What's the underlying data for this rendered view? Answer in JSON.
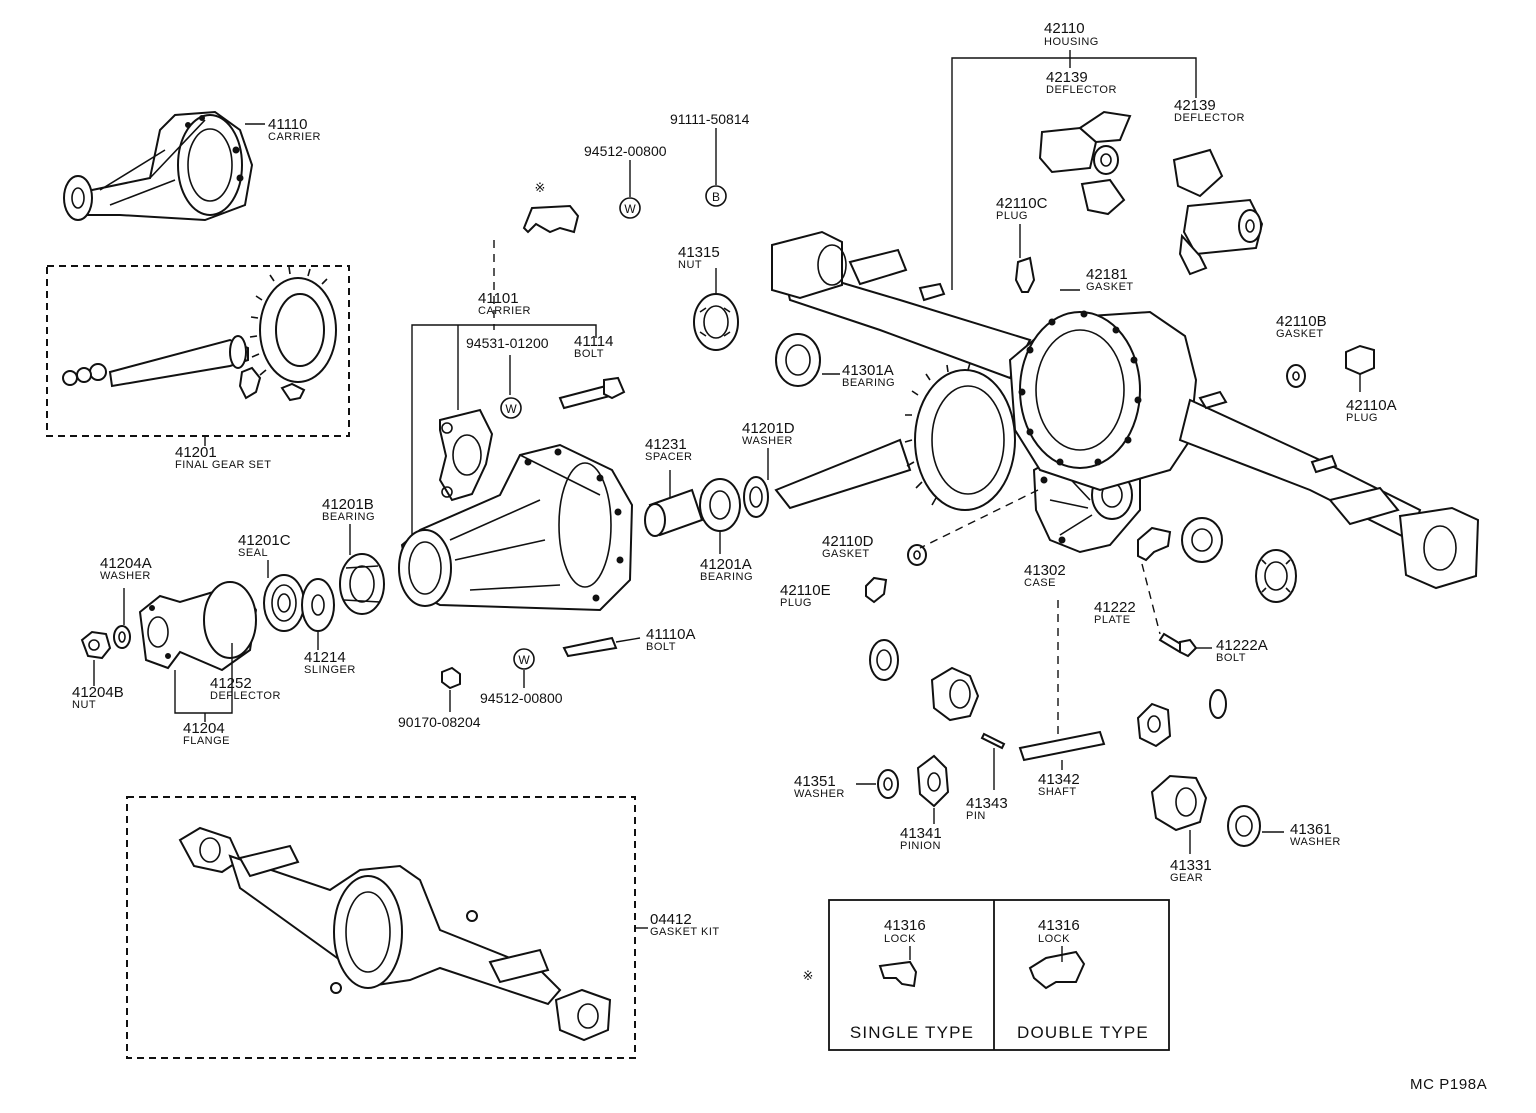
{
  "labels": {
    "l41110": {
      "num": "41110",
      "name": "CARRIER"
    },
    "l41201": {
      "num": "41201",
      "name": "FINAL GEAR SET"
    },
    "l9451200800_top": {
      "num": "94512-00800"
    },
    "l9111150814": {
      "num": "91111-50814"
    },
    "l41101": {
      "num": "41101",
      "name": "CARRIER"
    },
    "l9453101200": {
      "num": "94531-01200"
    },
    "l41114": {
      "num": "41114",
      "name": "BOLT"
    },
    "l41315": {
      "num": "41315",
      "name": "NUT"
    },
    "l41301A": {
      "num": "41301A",
      "name": "BEARING"
    },
    "l41231": {
      "num": "41231",
      "name": "SPACER"
    },
    "l41201D": {
      "num": "41201D",
      "name": "WASHER"
    },
    "l41201A": {
      "num": "41201A",
      "name": "BEARING"
    },
    "l41201B": {
      "num": "41201B",
      "name": "BEARING"
    },
    "l41201C": {
      "num": "41201C",
      "name": "SEAL"
    },
    "l41204A": {
      "num": "41204A",
      "name": "WASHER"
    },
    "l41204B": {
      "num": "41204B",
      "name": "NUT"
    },
    "l41252": {
      "num": "41252",
      "name": "DEFLECTOR"
    },
    "l41204": {
      "num": "41204",
      "name": "FLANGE"
    },
    "l41214": {
      "num": "41214",
      "name": "SLINGER"
    },
    "l41110A": {
      "num": "41110A",
      "name": "BOLT"
    },
    "l9451200800_bot": {
      "num": "94512-00800"
    },
    "l9017008204": {
      "num": "90170-08204"
    },
    "l42110": {
      "num": "42110",
      "name": "HOUSING"
    },
    "l42139a": {
      "num": "42139",
      "name": "DEFLECTOR"
    },
    "l42139b": {
      "num": "42139",
      "name": "DEFLECTOR"
    },
    "l42110C": {
      "num": "42110C",
      "name": "PLUG"
    },
    "l42181": {
      "num": "42181",
      "name": "GASKET"
    },
    "l42110B": {
      "num": "42110B",
      "name": "GASKET"
    },
    "l42110A": {
      "num": "42110A",
      "name": "PLUG"
    },
    "l42110D": {
      "num": "42110D",
      "name": "GASKET"
    },
    "l42110E": {
      "num": "42110E",
      "name": "PLUG"
    },
    "l41302": {
      "num": "41302",
      "name": "CASE"
    },
    "l41222": {
      "num": "41222",
      "name": "PLATE"
    },
    "l41222A": {
      "num": "41222A",
      "name": "BOLT"
    },
    "l41351": {
      "num": "41351",
      "name": "WASHER"
    },
    "l41341": {
      "num": "41341",
      "name": "PINION"
    },
    "l41343": {
      "num": "41343",
      "name": "PIN"
    },
    "l41342": {
      "num": "41342",
      "name": "SHAFT"
    },
    "l41331": {
      "num": "41331",
      "name": "GEAR"
    },
    "l41361": {
      "num": "41361",
      "name": "WASHER"
    },
    "l04412": {
      "num": "04412",
      "name": "GASKET KIT"
    },
    "l41316a": {
      "num": "41316",
      "name": "LOCK"
    },
    "l41316b": {
      "num": "41316",
      "name": "LOCK"
    }
  },
  "markers": {
    "w_top": "W",
    "b_top": "B",
    "w_mid": "W",
    "w_bot": "W",
    "asterisk": "※"
  },
  "lock_box": {
    "single": "SINGLE TYPE",
    "double": "DOUBLE TYPE"
  },
  "diagram_code": "MC P198A"
}
